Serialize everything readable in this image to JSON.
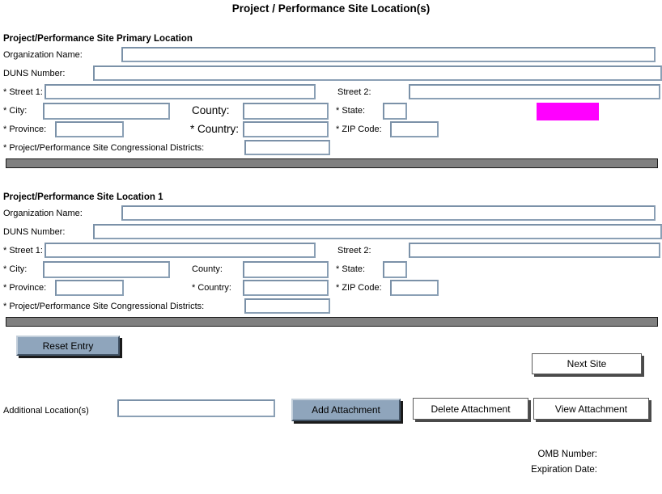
{
  "title": "Project / Performance Site Location(s)",
  "colors": {
    "highlight_box": "#ff00ff",
    "primary_button": "#8fa5bc",
    "section_divider_bar": "#808080"
  },
  "sections": [
    {
      "heading": "Project/Performance Site Primary Location",
      "labels": {
        "organization_name": "Organization Name:",
        "duns_number": "DUNS Number:",
        "street1": "* Street 1:",
        "street2": "Street 2:",
        "city": "* City:",
        "county": "County:",
        "state": "* State:",
        "province": "* Province:",
        "country": "* Country:",
        "zip": "* ZIP Code:",
        "congressional_districts": "* Project/Performance Site Congressional Districts:"
      },
      "values": {
        "organization_name": "",
        "duns_number": "",
        "street1": "",
        "street2": "",
        "city": "",
        "county": "",
        "state": "",
        "province": "",
        "country": "",
        "zip": "",
        "congressional_districts": ""
      }
    },
    {
      "heading": "Project/Performance Site Location 1",
      "labels": {
        "organization_name": "Organization Name:",
        "duns_number": "DUNS Number:",
        "street1": "* Street 1:",
        "street2": "Street 2:",
        "city": "* City:",
        "county": "County:",
        "state": "* State:",
        "province": "* Province:",
        "country": "* Country:",
        "zip": "* ZIP Code:",
        "congressional_districts": "* Project/Performance Site Congressional Districts:"
      },
      "values": {
        "organization_name": "",
        "duns_number": "",
        "street1": "",
        "street2": "",
        "city": "",
        "county": "",
        "state": "",
        "province": "",
        "country": "",
        "zip": "",
        "congressional_districts": ""
      }
    }
  ],
  "actions": {
    "reset_entry": "Reset Entry",
    "next_site": "Next Site",
    "add_attachment": "Add Attachment",
    "delete_attachment": "Delete Attachment",
    "view_attachment": "View  Attachment"
  },
  "attachments": {
    "label": "Additional Location(s)",
    "value": ""
  },
  "footer": {
    "omb_number": "OMB Number:",
    "expiration_date": "Expiration Date:"
  }
}
